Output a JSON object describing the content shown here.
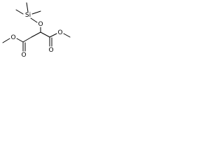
{
  "structure": {
    "atom_labels": {
      "si": "Si",
      "o_ether": "O",
      "o_ester_left": "O",
      "o_carbonyl_left": "O",
      "o_ester_right": "O",
      "o_carbonyl_right": "O"
    },
    "colors": {
      "bond": "#000000",
      "label": "#000000",
      "background": "#ffffff"
    }
  }
}
